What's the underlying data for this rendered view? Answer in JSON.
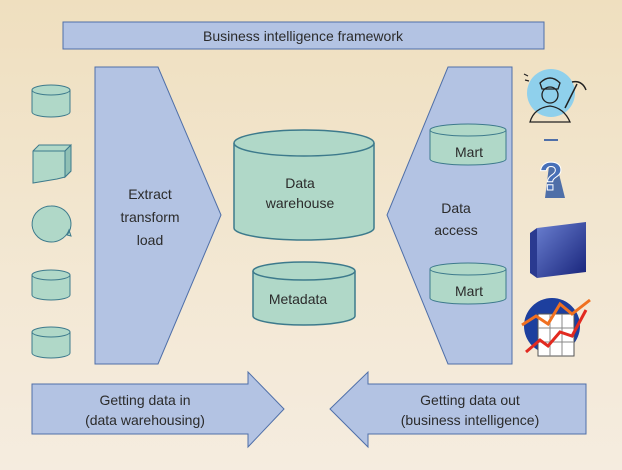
{
  "title": "Business intelligence framework",
  "etl": {
    "line1": "Extract",
    "line2": "transform",
    "line3": "load"
  },
  "warehouse": {
    "line1": "Data",
    "line2": "warehouse"
  },
  "metadata": "Metadata",
  "access": {
    "line1": "Data",
    "line2": "access"
  },
  "marts": [
    "Mart",
    "Mart"
  ],
  "sources": [
    "database-icon",
    "document-icon",
    "speech-bubble-icon",
    "database-icon",
    "database-icon"
  ],
  "tools": [
    "user-miner-icon",
    "query-icon",
    "olap-cube-icon",
    "analysis-chart-icon"
  ],
  "bottom": {
    "in": {
      "line1": "Getting data in",
      "line2": "(data warehousing)"
    },
    "out": {
      "line1": "Getting data out",
      "line2": "(business intelligence)"
    }
  },
  "colors": {
    "blue_fill": "#b3c3e3",
    "blue_stroke": "#4f6fa8",
    "green_fill": "#b0d8c8",
    "green_stroke": "#3d7a8c"
  }
}
